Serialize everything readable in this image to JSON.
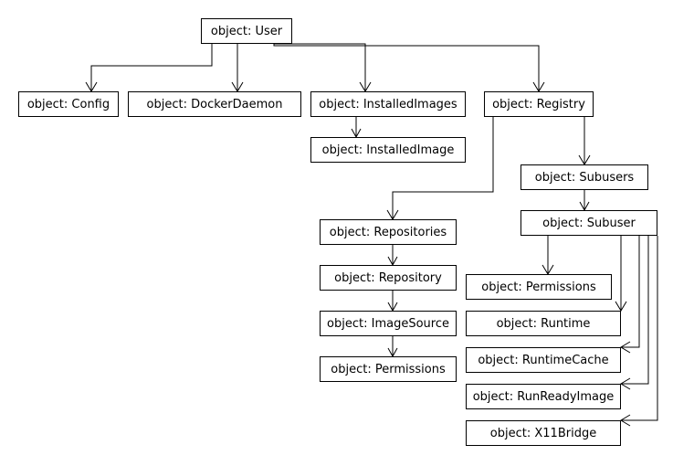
{
  "nodes": {
    "user": "object: User",
    "config": "object: Config",
    "docker_daemon": "object: DockerDaemon",
    "installed_images": "object: InstalledImages",
    "installed_image": "object: InstalledImage",
    "registry": "object: Registry",
    "subusers": "object: Subusers",
    "subuser": "object: Subuser",
    "repositories": "object: Repositories",
    "repository": "object: Repository",
    "image_source": "object: ImageSource",
    "permissions_repo": "object: Permissions",
    "permissions_subuser": "object: Permissions",
    "runtime": "object: Runtime",
    "runtime_cache": "object: RuntimeCache",
    "run_ready_image": "object: RunReadyImage",
    "x11_bridge": "object: X11Bridge"
  },
  "edges": [
    [
      "user",
      "config"
    ],
    [
      "user",
      "docker_daemon"
    ],
    [
      "user",
      "installed_images"
    ],
    [
      "user",
      "registry"
    ],
    [
      "installed_images",
      "installed_image"
    ],
    [
      "registry",
      "subusers"
    ],
    [
      "registry",
      "repositories"
    ],
    [
      "subusers",
      "subuser"
    ],
    [
      "subuser",
      "permissions_subuser"
    ],
    [
      "subuser",
      "runtime"
    ],
    [
      "subuser",
      "runtime_cache"
    ],
    [
      "subuser",
      "run_ready_image"
    ],
    [
      "subuser",
      "x11_bridge"
    ],
    [
      "repositories",
      "repository"
    ],
    [
      "repository",
      "image_source"
    ],
    [
      "image_source",
      "permissions_repo"
    ]
  ],
  "colors": {
    "line": "#000000",
    "box_border": "#000000",
    "box_fill": "#ffffff",
    "text": "#000000"
  }
}
